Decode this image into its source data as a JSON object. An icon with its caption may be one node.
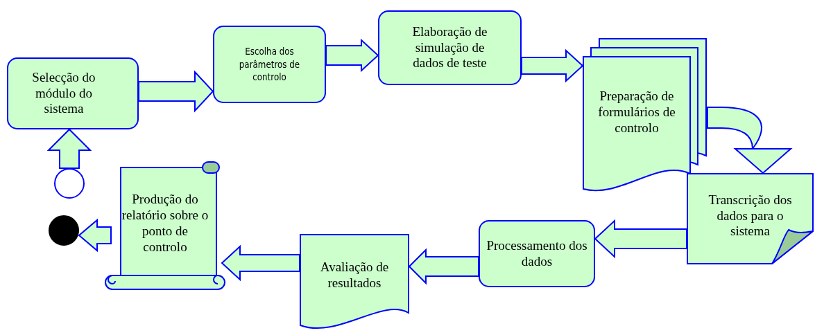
{
  "diagram": {
    "nodes": [
      {
        "text": [
          "Selecção do módulo do sistema"
        ]
      },
      {
        "text": [
          "Escolha dos parâmetros de controlo"
        ]
      },
      {
        "text": [
          "Elaboração de simulação de dados de teste"
        ]
      },
      {
        "text": [
          "Preparação de formulários de controlo"
        ]
      },
      {
        "text": [
          "Transcrição dos dados para o sistema"
        ]
      },
      {
        "text": [
          "Processamento dos dados"
        ]
      },
      {
        "text": [
          "Avaliação de resultados"
        ]
      },
      {
        "text": [
          "Produção do relatório sobre o ponto de controlo"
        ]
      },
      {
        "text": [],
        "shape": "circle"
      },
      {
        "text": [],
        "shape": "circle"
      }
    ],
    "edges": [
      {
        "from": 8,
        "to": 0,
        "arrow": "to"
      },
      {
        "from": 0,
        "to": 1,
        "arrow": "to"
      },
      {
        "from": 1,
        "to": 2,
        "arrow": "to"
      },
      {
        "from": 2,
        "to": 3,
        "arrow": "to"
      },
      {
        "from": 3,
        "to": 4,
        "arrow": "to"
      },
      {
        "from": 4,
        "to": 5,
        "arrow": "to"
      },
      {
        "from": 5,
        "to": 6,
        "arrow": "to"
      },
      {
        "from": 6,
        "to": 7,
        "arrow": "to"
      },
      {
        "from": 7,
        "to": 9,
        "arrow": "to"
      }
    ]
  }
}
